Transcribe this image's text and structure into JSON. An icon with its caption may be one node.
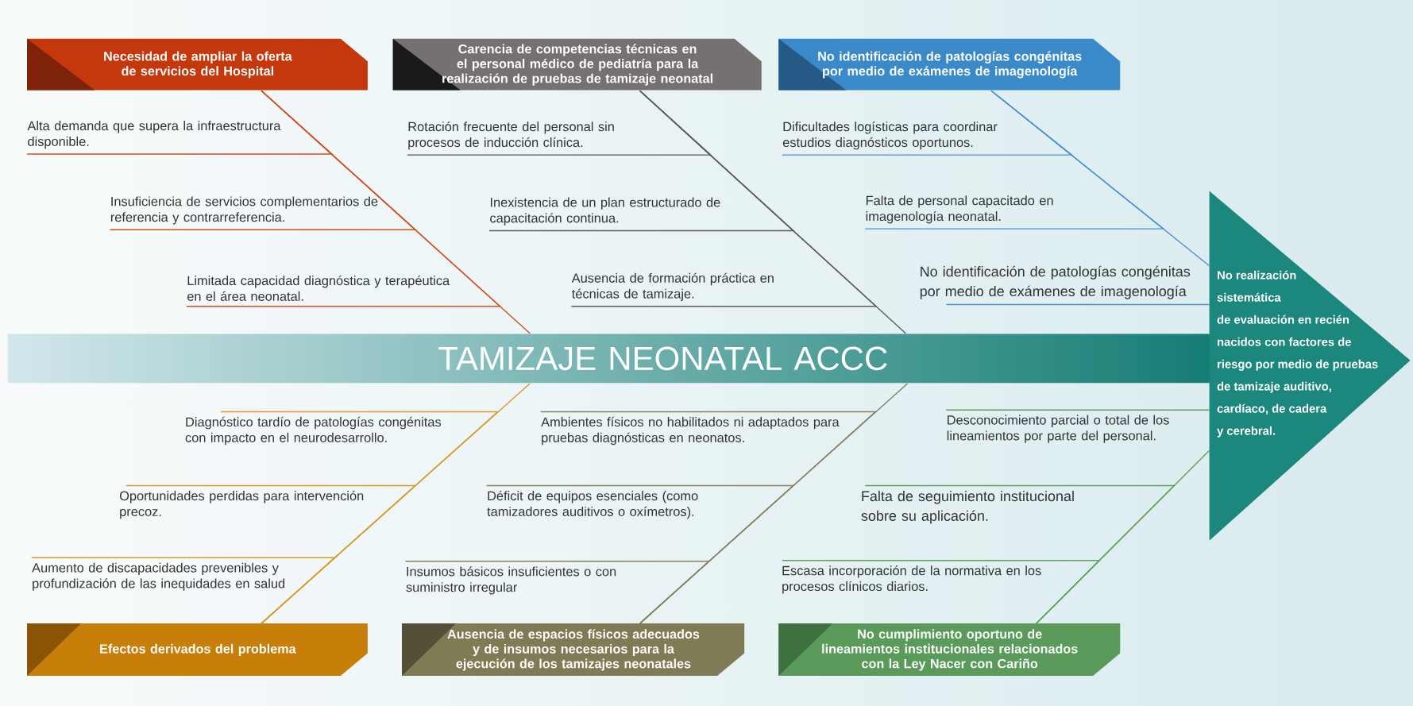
{
  "diagram": {
    "nodes": [
      {
        "text": [
          "TAMIZAJE NEONATAL ACCC"
        ]
      },
      {
        "text": [
          "No realización sistemática de evaluación en recién nacidos con factores de riesgo por medio de pruebas de tamizaje auditivo, cardíaco, de cadera y cerebral."
        ]
      },
      {
        "text": [
          "Necesidad de ampliar la oferta de servicios del Hospital"
        ]
      },
      {
        "text": [
          "Alta demanda que supera la infraestructura disponible."
        ]
      },
      {
        "text": [
          "Insuficiencia de servicios complementarios de referencia y contrarreferencia."
        ]
      },
      {
        "text": [
          "Limitada capacidad diagnóstica y terapéutica en el área neonatal."
        ]
      },
      {
        "text": [
          "Carencia de competencias técnicas en el personal médico de pediatría para la realización de pruebas de tamizaje neonatal"
        ]
      },
      {
        "text": [
          "Rotación frecuente del personal sin procesos de inducción clínica."
        ]
      },
      {
        "text": [
          "Inexistencia de un plan estructurado de capacitación continua."
        ]
      },
      {
        "text": [
          "Ausencia de formación práctica en técnicas de tamizaje."
        ]
      },
      {
        "text": [
          "No identificación de patologías congénitas por medio de exámenes de imagenología"
        ]
      },
      {
        "text": [
          "Dificultades logísticas para coordinar estudios diagnósticos oportunos."
        ]
      },
      {
        "text": [
          "Falta de personal capacitado en imagenología neonatal."
        ]
      },
      {
        "text": [
          "No identificación de patologías congénitas por medio de exámenes de imagenología"
        ]
      },
      {
        "text": [
          "Efectos derivados del problema"
        ]
      },
      {
        "text": [
          "Diagnóstico tardío de patologías congénitas con impacto en el neurodesarrollo."
        ]
      },
      {
        "text": [
          "Oportunidades perdidas para intervención precoz."
        ]
      },
      {
        "text": [
          "Aumento de discapacidades prevenibles y profundización de las inequidades en salud"
        ]
      },
      {
        "text": [
          "Ausencia de espacios físicos adecuados y de insumos necesarios para la ejecución de los tamizajes neonatales"
        ]
      },
      {
        "text": [
          "Ambientes físicos no habilitados ni adaptados para pruebas diagnósticas en neonatos."
        ]
      },
      {
        "text": [
          "Déficit de equipos esenciales (como tamizadores auditivos o oxímetros)."
        ]
      },
      {
        "text": [
          "Insumos básicos insuficientes o con suministro irregular"
        ]
      },
      {
        "text": [
          "No cumplimiento oportuno de lineamientos institucionales relacionados con la Ley Nacer con Cariño"
        ]
      },
      {
        "text": [
          "Desconocimiento parcial o total de los lineamientos por parte del personal."
        ]
      },
      {
        "text": [
          "Falta de seguimiento institucional sobre su aplicación."
        ]
      },
      {
        "text": [
          "Escasa incorporación de la normativa en los procesos clínicos diarios."
        ]
      }
    ],
    "edges": [
      {
        "from": 2,
        "to": 0,
        "arrow": "none",
        "color": "#d2501f"
      },
      {
        "from": 3,
        "to": 2,
        "arrow": "none",
        "color": "#d2501f"
      },
      {
        "from": 4,
        "to": 2,
        "arrow": "none",
        "color": "#d2501f"
      },
      {
        "from": 5,
        "to": 2,
        "arrow": "none",
        "color": "#d2501f"
      },
      {
        "from": 6,
        "to": 0,
        "arrow": "none",
        "color": "#5e5a5a"
      },
      {
        "from": 7,
        "to": 6,
        "arrow": "none",
        "color": "#5e5a5a"
      },
      {
        "from": 8,
        "to": 6,
        "arrow": "none",
        "color": "#5e5a5a"
      },
      {
        "from": 9,
        "to": 6,
        "arrow": "none",
        "color": "#5e5a5a"
      },
      {
        "from": 10,
        "to": 1,
        "arrow": "none",
        "color": "#4a8fd8"
      },
      {
        "from": 11,
        "to": 10,
        "arrow": "none",
        "color": "#4a8fd8"
      },
      {
        "from": 12,
        "to": 10,
        "arrow": "none",
        "color": "#4a8fd8"
      },
      {
        "from": 13,
        "to": 1,
        "arrow": "none",
        "color": "#4a8fd8"
      },
      {
        "from": 14,
        "to": 0,
        "arrow": "none",
        "color": "#d99a2b"
      },
      {
        "from": 15,
        "to": 14,
        "arrow": "none",
        "color": "#d99a2b"
      },
      {
        "from": 16,
        "to": 14,
        "arrow": "none",
        "color": "#d99a2b"
      },
      {
        "from": 17,
        "to": 14,
        "arrow": "none",
        "color": "#d99a2b"
      },
      {
        "from": 18,
        "to": 0,
        "arrow": "none",
        "color": "#8a8060"
      },
      {
        "from": 19,
        "to": 18,
        "arrow": "none",
        "color": "#8a8060"
      },
      {
        "from": 20,
        "to": 18,
        "arrow": "none",
        "color": "#8a8060"
      },
      {
        "from": 21,
        "to": 18,
        "arrow": "none",
        "color": "#8a8060"
      },
      {
        "from": 22,
        "to": 1,
        "arrow": "none",
        "color": "#5e9e5e"
      },
      {
        "from": 23,
        "to": 1,
        "arrow": "none",
        "color": "#5e9e5e"
      },
      {
        "from": 24,
        "to": 22,
        "arrow": "none",
        "color": "#5e9e5e"
      },
      {
        "from": 25,
        "to": 22,
        "arrow": "none",
        "color": "#5e9e5e"
      }
    ]
  }
}
